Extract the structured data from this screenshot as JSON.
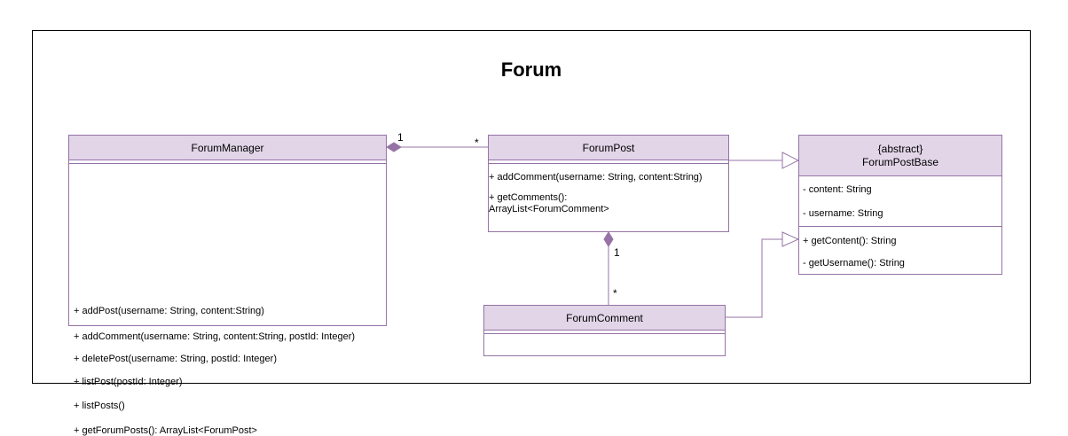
{
  "diagram": {
    "title": "Forum",
    "classes": {
      "forum_manager": {
        "name": "ForumManager",
        "methods": [
          "+ addPost(username: String, content:String)",
          "+ addComment(username: String, content:String, postId: Integer)",
          "+ deletePost(username: String, postId: Integer)",
          "+ listPost(postId: Integer)",
          "+ listPosts()",
          "+ getForumPosts(): ArrayList<ForumPost>"
        ]
      },
      "forum_post": {
        "name": "ForumPost",
        "methods": [
          "+ addComment(username: String, content:String)",
          "+ getComments():",
          "ArrayList<ForumComment>"
        ]
      },
      "forum_post_base": {
        "stereotype": "{abstract}",
        "name": "ForumPostBase",
        "attributes": [
          "- content: String",
          "- username: String"
        ],
        "methods": [
          "+ getContent(): String",
          "- getUsername(): String"
        ]
      },
      "forum_comment": {
        "name": "ForumComment"
      }
    },
    "multiplicities": {
      "manager_end": "1",
      "post_end": "*",
      "post_to_comment_end": "1",
      "comment_end": "*"
    },
    "colors": {
      "class_border": "#9673a6",
      "class_header": "#e1d5e7",
      "connector": "#9673a6"
    }
  }
}
